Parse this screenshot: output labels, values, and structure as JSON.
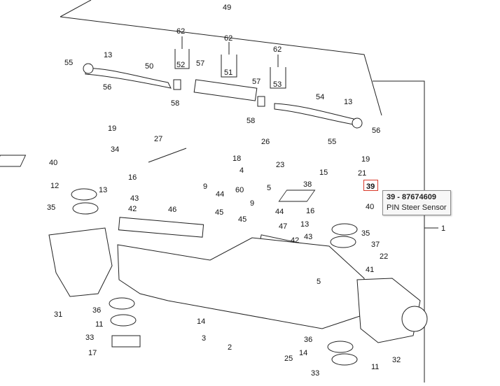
{
  "colors": {
    "highlight": "#d93a2b",
    "line": "#222222",
    "tooltip_bg": "#f7f7f7"
  },
  "callouts": {
    "c49": "49",
    "c62a": "62",
    "c62b": "62",
    "c62c": "62",
    "c52": "52",
    "c51": "51",
    "c53": "53",
    "c55a": "55",
    "c13a": "13",
    "c50": "50",
    "c57a": "57",
    "c57b": "57",
    "c56a": "56",
    "c58a": "58",
    "c58b": "58",
    "c54": "54",
    "c13b": "13",
    "c55b": "55",
    "c56b": "56",
    "c19a": "19",
    "c19b": "19",
    "c34": "34",
    "c27": "27",
    "c26": "26",
    "c18": "18",
    "c23": "23",
    "c4": "4",
    "c5a": "5",
    "c60": "60",
    "c15": "15",
    "c21": "21",
    "c38": "38",
    "c40a": "40",
    "c40b": "40",
    "c12": "12",
    "c16a": "16",
    "c16b": "16",
    "c13c": "13",
    "c13d": "13",
    "c43a": "43",
    "c43b": "43",
    "c42a": "42",
    "c42b": "42",
    "c35a": "35",
    "c35b": "35",
    "c9a": "9",
    "c9b": "9",
    "c44a": "44",
    "c44b": "44",
    "c45a": "45",
    "c45b": "45",
    "c46": "46",
    "c47": "47",
    "c37": "37",
    "c22": "22",
    "c41": "41",
    "c5b": "5",
    "c31": "31",
    "c36a": "36",
    "c36b": "36",
    "c11a": "11",
    "c11b": "11",
    "c33a": "33",
    "c33b": "33",
    "c17": "17",
    "c14a": "14",
    "c14b": "14",
    "c3": "3",
    "c2": "2",
    "c25": "25",
    "c32": "32",
    "c1": "1"
  },
  "highlighted": {
    "label": "39"
  },
  "tooltip": {
    "part": "39 - 87674609",
    "description": "PIN Steer Sensor"
  }
}
